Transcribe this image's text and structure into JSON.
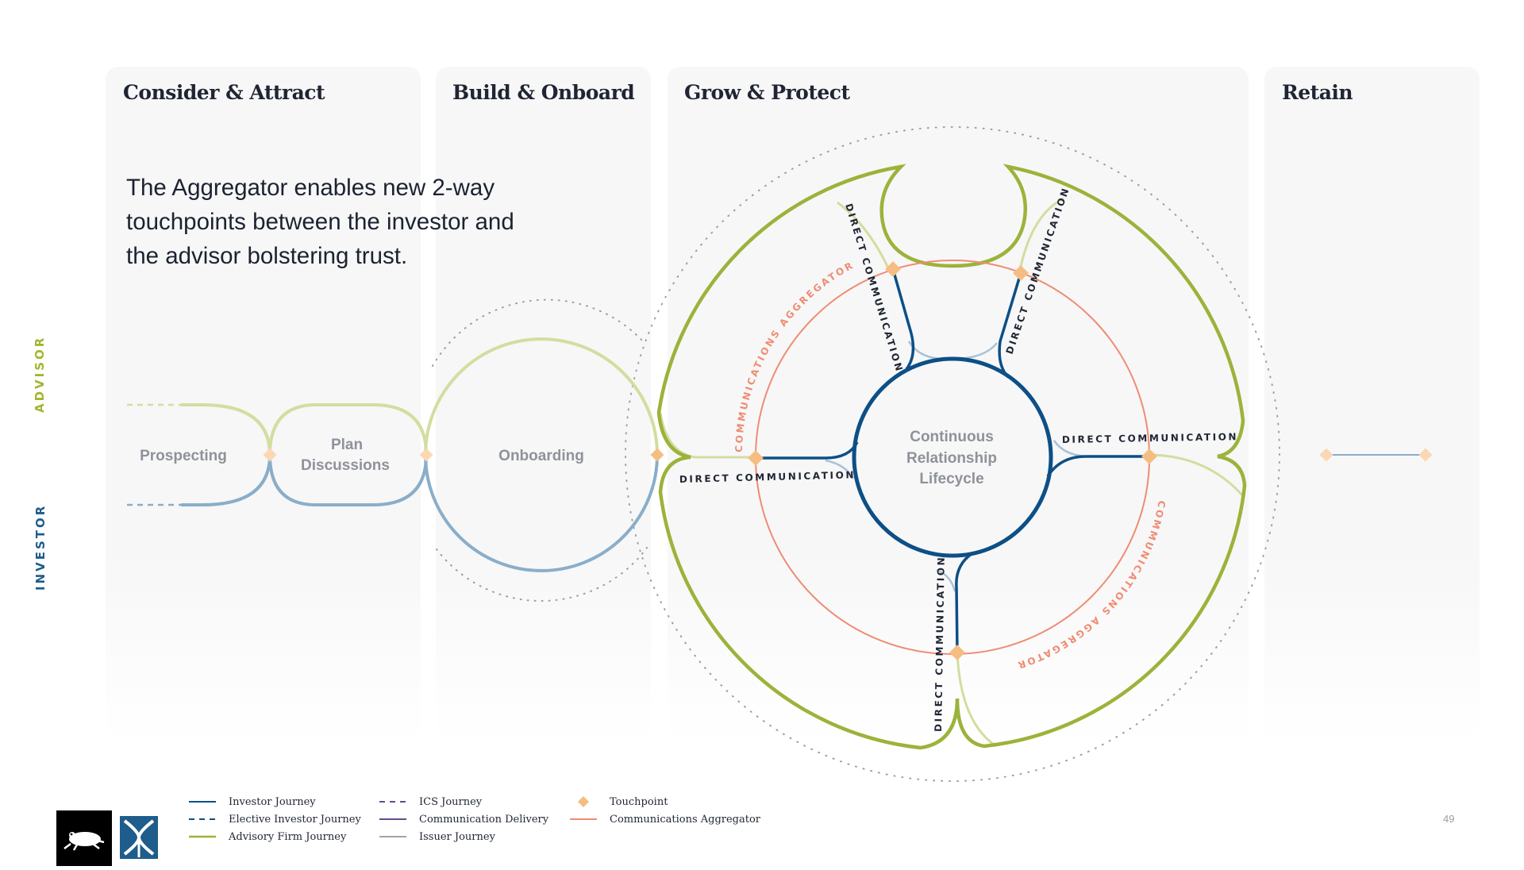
{
  "stages": [
    {
      "id": "consider",
      "title": "Consider & Attract"
    },
    {
      "id": "build",
      "title": "Build & Onboard"
    },
    {
      "id": "grow",
      "title": "Grow & Protect"
    },
    {
      "id": "retain",
      "title": "Retain"
    }
  ],
  "headline": "The Aggregator enables new 2-way touchpoints between the investor and the advisor bolstering trust.",
  "side_labels": {
    "advisor": "ADVISOR",
    "investor": "INVESTOR"
  },
  "nodes": {
    "prospecting": "Prospecting",
    "plan_line1": "Plan",
    "plan_line2": "Discussions",
    "onboarding": "Onboarding",
    "center_line1": "Continuous",
    "center_line2": "Relationship",
    "center_line3": "Lifecycle"
  },
  "ring_labels": {
    "direct_communication": "DIRECT COMMUNICATION",
    "communications_aggregator": "COMMUNICATIONS AGGREGATOR"
  },
  "legend": [
    {
      "label": "Investor Journey",
      "style": "solid",
      "color": "#0d4f86"
    },
    {
      "label": "Elective Investor Journey",
      "style": "dashed",
      "color": "#0d4f86"
    },
    {
      "label": "Advisory Firm Journey",
      "style": "solid",
      "color": "#9bb33a"
    },
    {
      "label": "ICS Journey",
      "style": "dashed",
      "color": "#6a4a84"
    },
    {
      "label": "Communication Delivery",
      "style": "solid",
      "color": "#6a4a84"
    },
    {
      "label": "Issuer Journey",
      "style": "solid",
      "color": "#a0a4ab"
    },
    {
      "label": "Touchpoint",
      "style": "diamond",
      "color": "#f6bd82"
    },
    {
      "label": "Communications Aggregator",
      "style": "solid",
      "color": "#ef8c72"
    }
  ],
  "page_number": "49",
  "colors": {
    "investor_blue": "#0d4f86",
    "light_blue": "#8aaec9",
    "advisor_green": "#9bb33a",
    "light_green": "#d3dd9f",
    "aggregator_orange": "#ef8c72",
    "touchpoint": "#f6bd82",
    "advisor_label": "#a3b52e",
    "investor_label": "#1e5d8c"
  }
}
